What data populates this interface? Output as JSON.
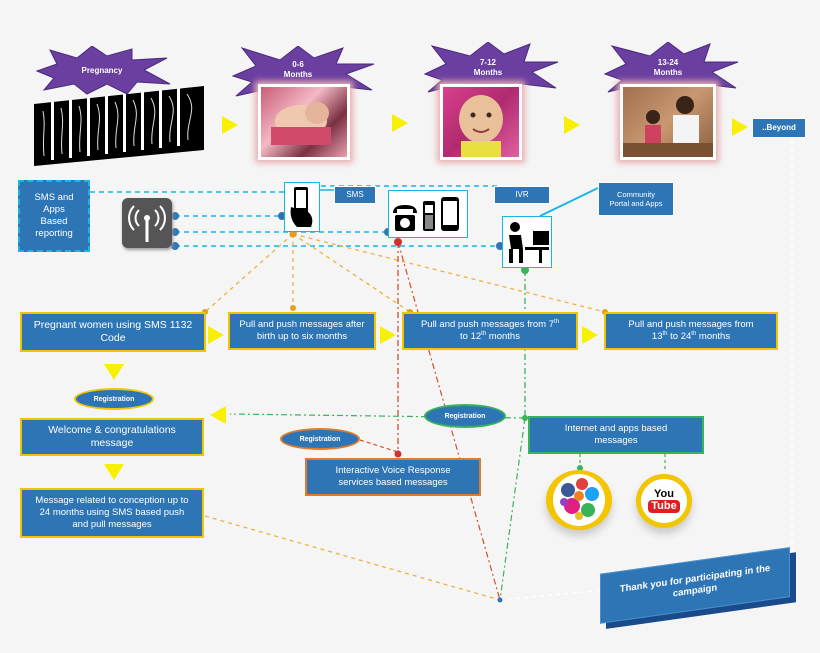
{
  "stages": [
    {
      "label_line1": "Pregnancy",
      "label_line2": ""
    },
    {
      "label_line1": "0-6",
      "label_line2": "Months"
    },
    {
      "label_line1": "7-12",
      "label_line2": "Months"
    },
    {
      "label_line1": "13-24",
      "label_line2": "Months"
    }
  ],
  "beyond_label": "..Beyond",
  "sms_apps_reporting": [
    "SMS and",
    "Apps",
    "Based",
    "reporting"
  ],
  "channels": {
    "sms": "SMS",
    "ivr": "IVR",
    "community_line1": "Community",
    "community_line2": "Portal and Apps"
  },
  "flow": {
    "pregnant_women_line1": "Pregnant women using SMS 1132",
    "pregnant_women_line2": "Code",
    "pull_push_6_line1": "Pull and push messages after",
    "pull_push_6_line2": "birth up to six months",
    "pull_push_12_part1": "Pull and push messages from 7",
    "pull_push_12_sup1": "th",
    "pull_push_12_part2": "to 12",
    "pull_push_12_sup2": "th",
    "pull_push_12_part3": " months",
    "pull_push_24_part1": "Pull and push messages from",
    "pull_push_24_part2": "13",
    "pull_push_24_sup1": "th",
    "pull_push_24_part3": " to 24",
    "pull_push_24_sup2": "th",
    "pull_push_24_part4": " months",
    "welcome_line1": "Welcome & congratulations",
    "welcome_line2": "message",
    "conception_line1": "Message related to conception up to",
    "conception_line2": "24 months using SMS based push",
    "conception_line3": "and pull messages",
    "ivr_services_line1": "Interactive Voice Response",
    "ivr_services_line2": "services based messages",
    "internet_line1": "Internet and apps based",
    "internet_line2": "messages",
    "registration": "Registration",
    "thank_you_line1": "Thank you for participating in the",
    "thank_you_line2": "campaign"
  },
  "icons": {
    "youtube_you": "You",
    "youtube_tube": "Tube"
  },
  "colors": {
    "box_blue": "#2e75b6",
    "star_purple": "#6a3fa0",
    "arrow_yellow": "#f7f000",
    "line_cyan": "#19b5e6",
    "line_orange": "#f0b040",
    "line_red": "#d0502a",
    "line_green": "#38b35a"
  }
}
